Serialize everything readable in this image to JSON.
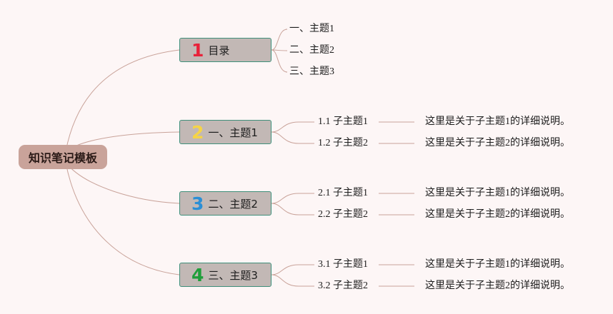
{
  "root": {
    "label": "知识笔记模板"
  },
  "branches": [
    {
      "num": "1",
      "color": "#e8223a",
      "label": "目录",
      "children": [
        {
          "label": "一、主题1"
        },
        {
          "label": "二、主题2"
        },
        {
          "label": "三、主题3"
        }
      ]
    },
    {
      "num": "2",
      "color": "#f5d447",
      "label": "一、主题1",
      "children": [
        {
          "label": "1.1 子主题1",
          "note": "这里是关于子主题1的详细说明。"
        },
        {
          "label": "1.2 子主题2",
          "note": "这里是关于子主题2的详细说明。"
        }
      ]
    },
    {
      "num": "3",
      "color": "#2a8fd6",
      "label": "二、主题2",
      "children": [
        {
          "label": "2.1 子主题1",
          "note": "这里是关于子主题1的详细说明。"
        },
        {
          "label": "2.2 子主题2",
          "note": "这里是关于子主题2的详细说明。"
        }
      ]
    },
    {
      "num": "4",
      "color": "#1f9e3a",
      "label": "三、主题3",
      "children": [
        {
          "label": "3.1 子主题1",
          "note": "这里是关于子主题1的详细说明。"
        },
        {
          "label": "3.2 子主题2",
          "note": "这里是关于子主题2的详细说明。"
        }
      ]
    }
  ],
  "colors": {
    "line": "#c9a39a",
    "background": "#fdf6f6"
  }
}
